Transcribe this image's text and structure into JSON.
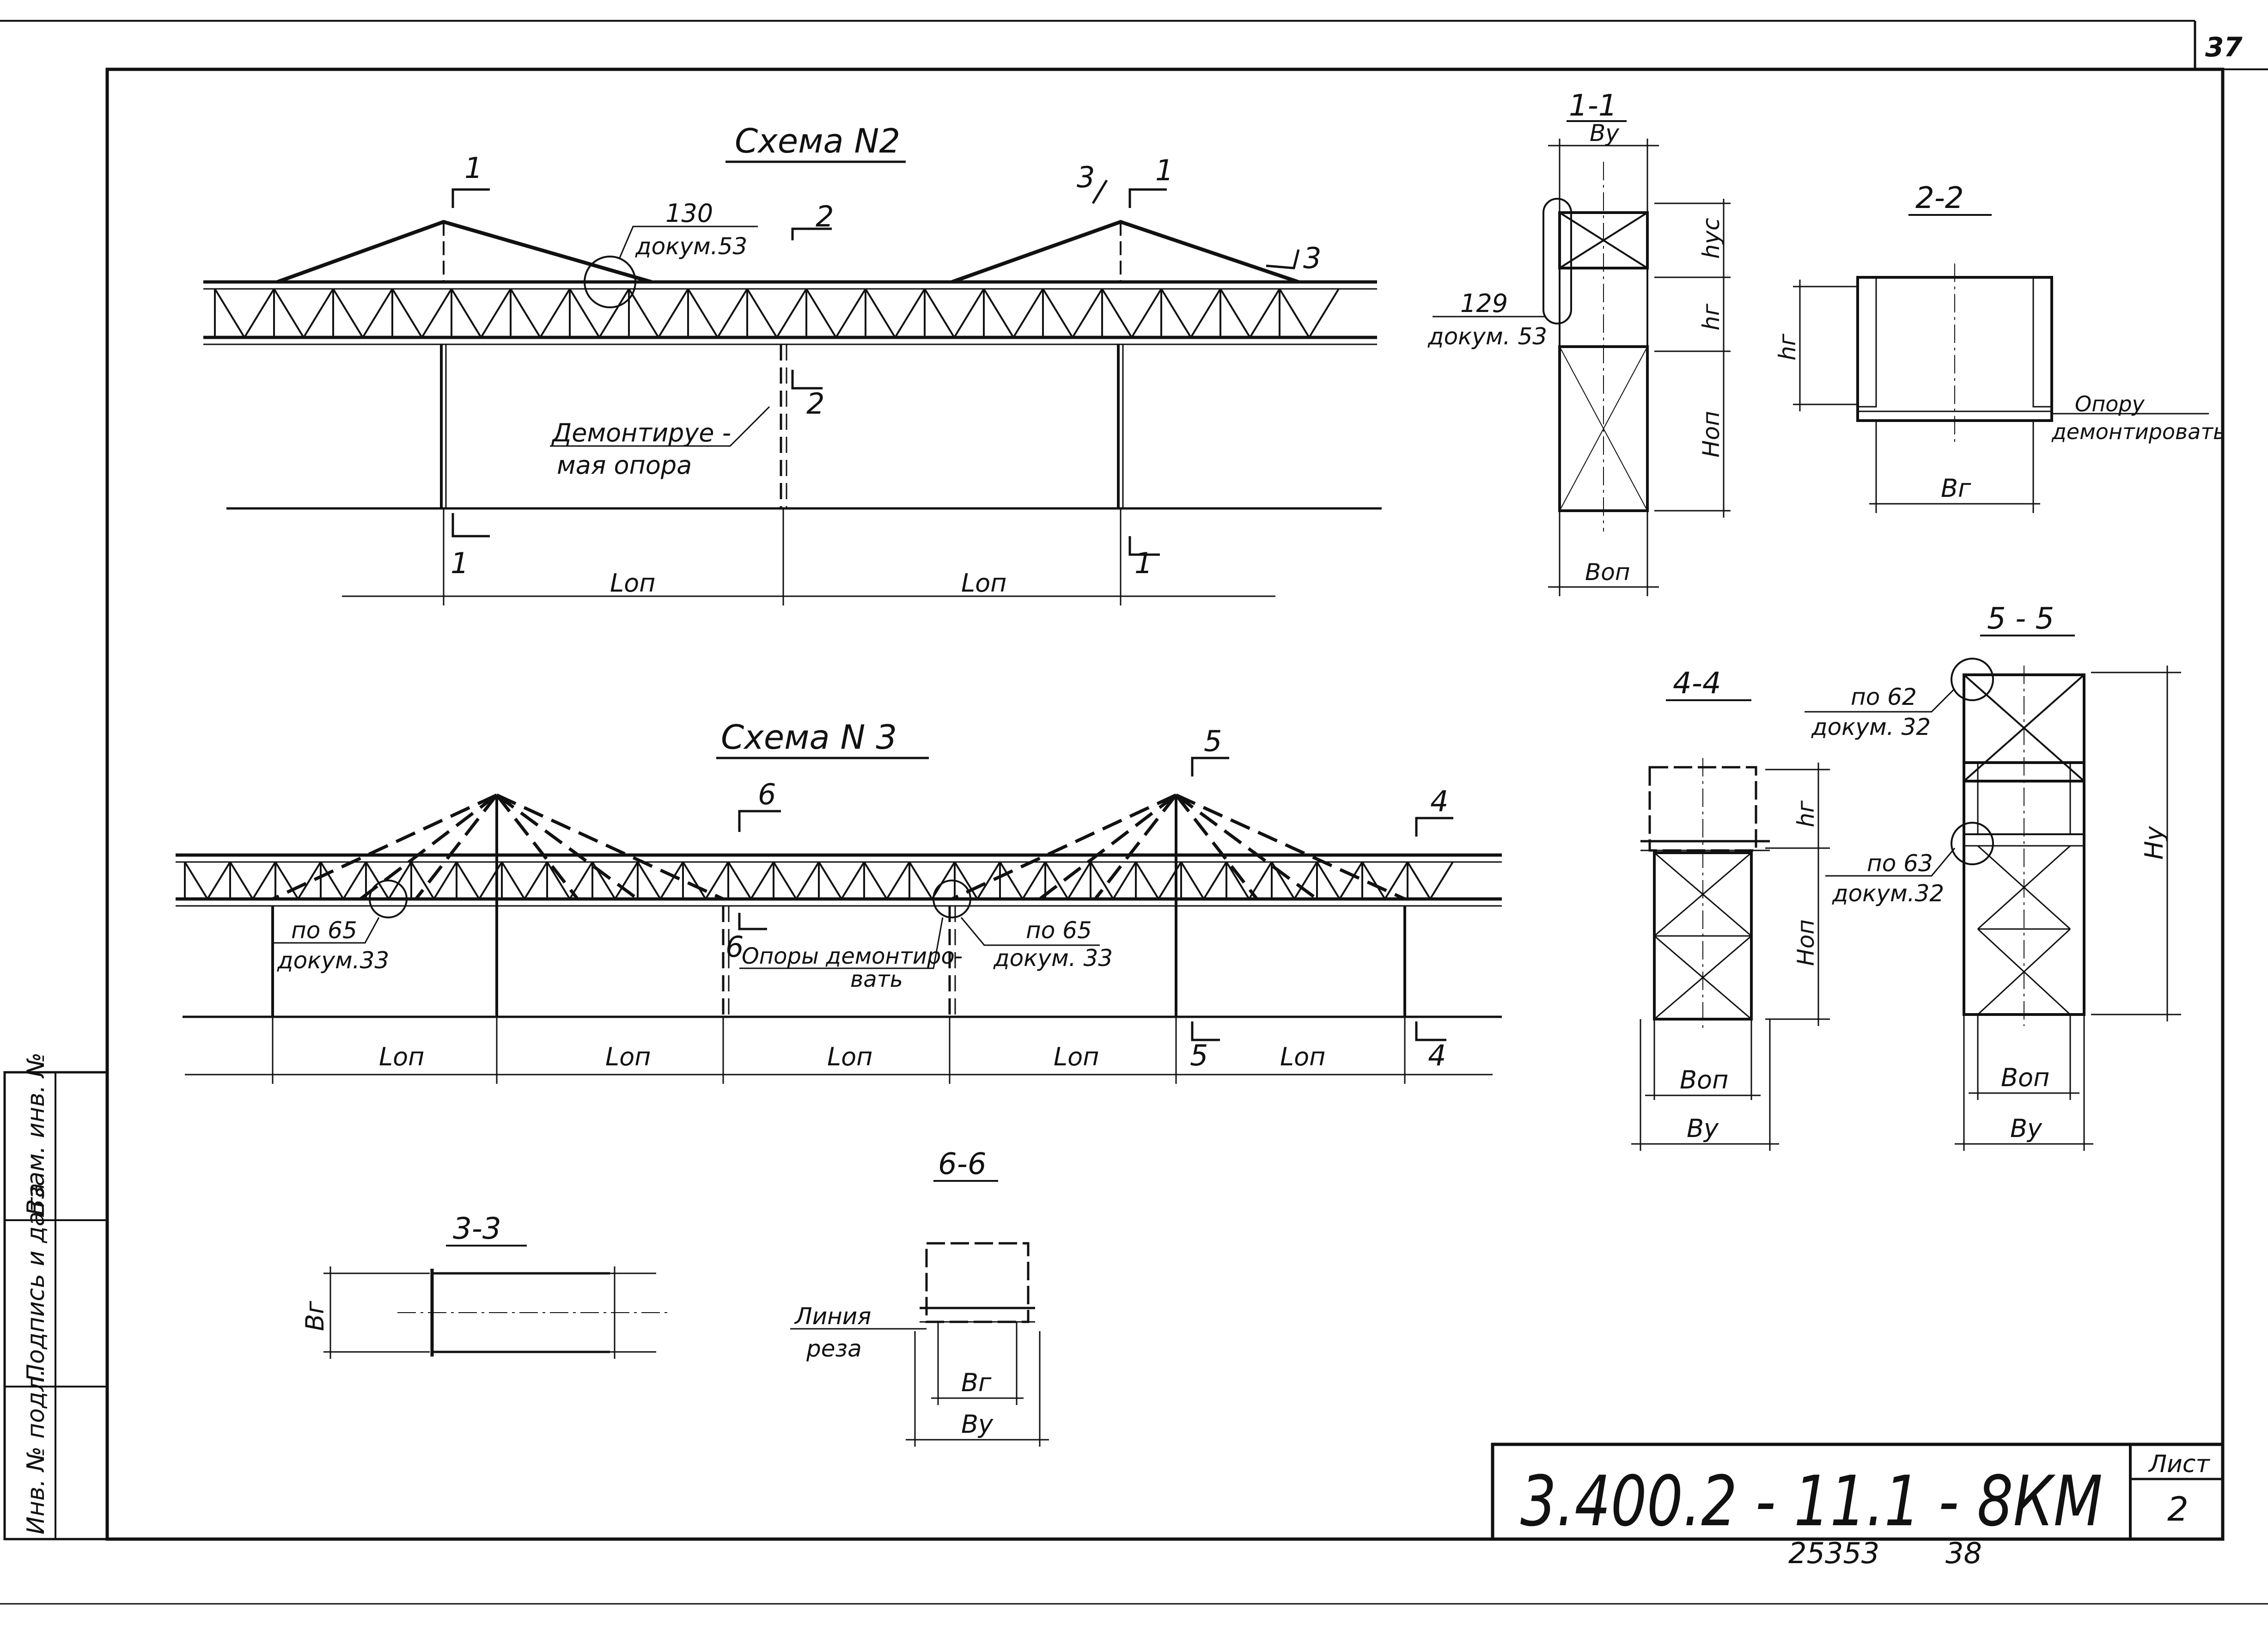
{
  "sheet_corner_number": "37",
  "titles": {
    "scheme2": "Схема N2",
    "scheme3": "Схема N 3",
    "s1": "1-1",
    "s2": "2-2",
    "s3": "3-3",
    "s4": "4-4",
    "s5": "5 - 5",
    "s6": "6-6"
  },
  "section_marks": [
    "1",
    "2",
    "3",
    "4",
    "5",
    "6"
  ],
  "callouts": {
    "c130_num": "130",
    "c130_doc": "докум.53",
    "c129_num": "129",
    "c129_doc": "докум. 53",
    "dem1": "Демонтируе -",
    "dem2": "мая опора",
    "opory1": "Опоры демонтиро-",
    "opory2": "вать",
    "p65a_1": "по 65",
    "p65a_2": "докум.33",
    "p65b_1": "по 65",
    "p65b_2": "докум. 33",
    "p62_1": "по 62",
    "p62_2": "докум. 32",
    "p63_1": "по 63",
    "p63_2": "докум.32",
    "oporu1": "Опору",
    "oporu2": "демонтировать",
    "liniya1": "Линия",
    "liniya2": "реза"
  },
  "dims": {
    "Lop": "Lоп",
    "by": "By",
    "bop": "Bоп",
    "bg": "Bг",
    "hg": "hг",
    "hus": "hус",
    "Hop": "Hоп",
    "Hy": "Hу"
  },
  "side_stamp": {
    "inv_no": "Инв. № подл.",
    "sign_date": "Подпись и дата",
    "vzam": "Взам. инв. №"
  },
  "title_block": {
    "code": "3.400.2 - 11.1 - 8КМ",
    "sheet_label": "Лист",
    "sheet_no": "2",
    "archive_no": "25353",
    "archive_page": "38"
  }
}
